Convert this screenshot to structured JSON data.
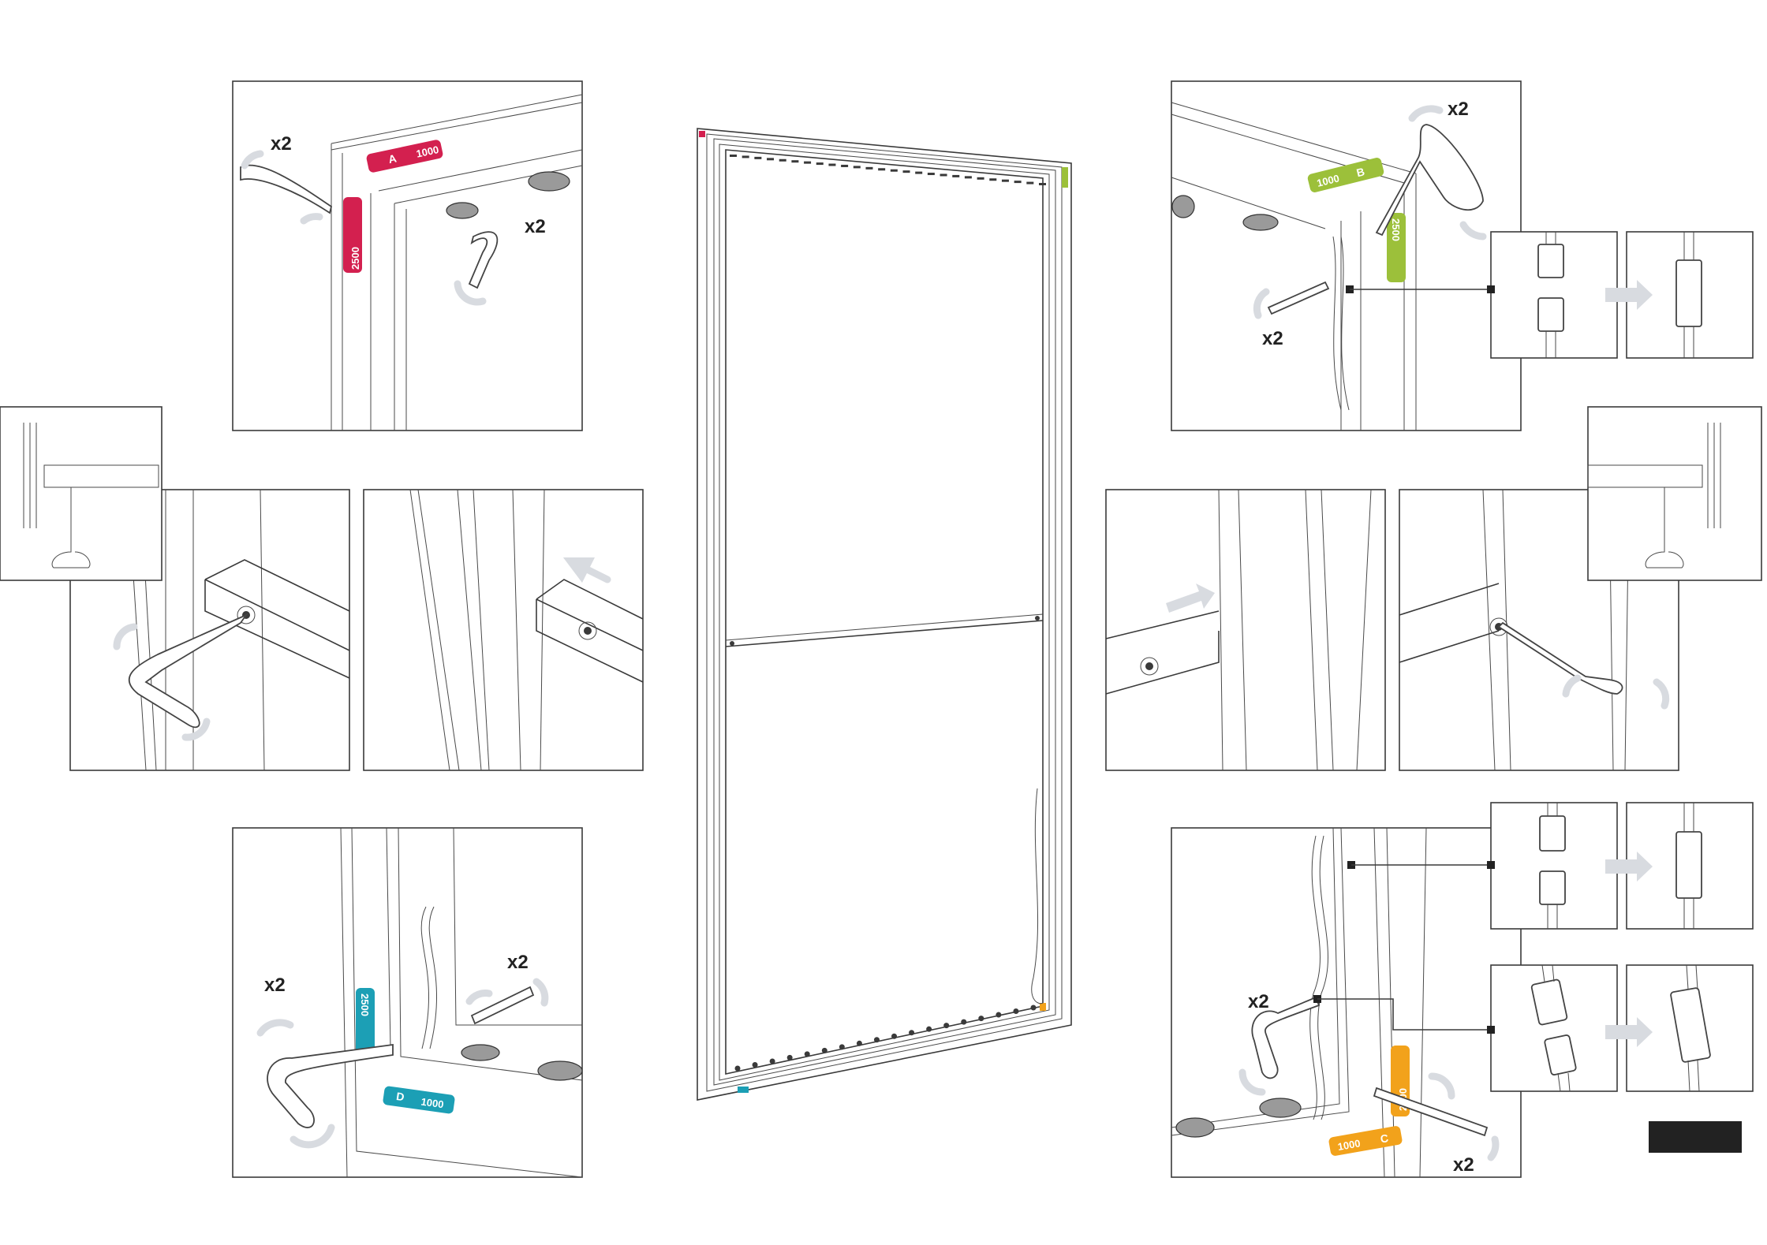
{
  "labels": {
    "x2": "x2"
  },
  "tags": {
    "a_short": "1000",
    "a_long": "2500",
    "a_letter": "A",
    "b_short": "1000",
    "b_long": "2500",
    "b_letter": "B",
    "c_short": "1000",
    "c_long": "2500",
    "c_letter": "C",
    "d_short": "1000",
    "d_long": "2500",
    "d_letter": "D"
  },
  "colors": {
    "a": "#d3204f",
    "b": "#9cc03a",
    "c": "#f2a21b",
    "d": "#1c9fb5",
    "arrow": "#d8dbe0",
    "line": "#3a3a3a",
    "badge": "#222222"
  },
  "icons": [
    "hex-key-icon",
    "rotate-arrow-icon",
    "connector-plug-icon",
    "push-arrow-icon"
  ]
}
